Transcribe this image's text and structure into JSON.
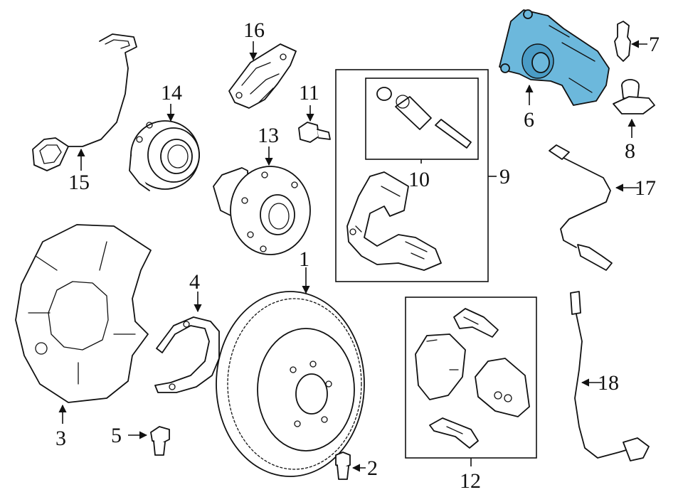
{
  "diagram": {
    "highlight_color": "#6cb8dc",
    "callouts": {
      "c1": "1",
      "c2": "2",
      "c3": "3",
      "c4": "4",
      "c5": "5",
      "c6": "6",
      "c7": "7",
      "c8": "8",
      "c9": "9",
      "c10": "10",
      "c11": "11",
      "c12": "12",
      "c13": "13",
      "c14": "14",
      "c15": "15",
      "c16": "16",
      "c17": "17",
      "c18": "18"
    }
  }
}
